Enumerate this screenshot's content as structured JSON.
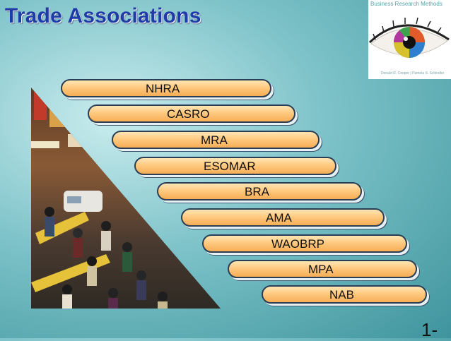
{
  "slide": {
    "title": "Trade Associations",
    "slide_number": "1-",
    "book_cover": {
      "title": "Business Research Methods",
      "authors": "Donald R. Cooper  |  Pamela S. Schindler"
    },
    "associations": [
      {
        "label": "NHRA"
      },
      {
        "label": "CASRO"
      },
      {
        "label": "MRA"
      },
      {
        "label": "ESOMAR"
      },
      {
        "label": "BRA"
      },
      {
        "label": "AMA"
      },
      {
        "label": "WAOBRP"
      },
      {
        "label": "MPA"
      },
      {
        "label": "NAB"
      }
    ]
  }
}
